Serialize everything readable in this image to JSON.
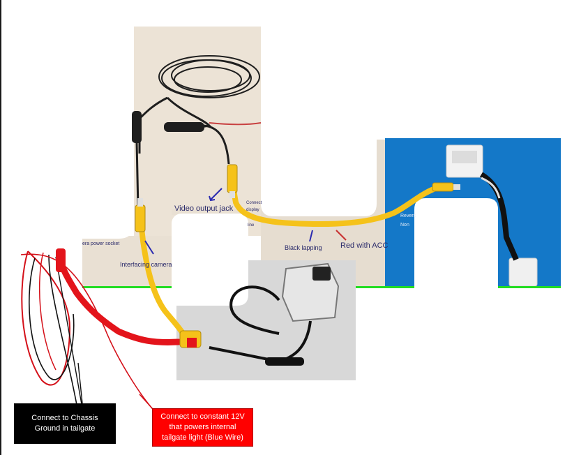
{
  "photo_labels": {
    "video_output_jack": "Video output jack",
    "camera_power_socket": "era power socket",
    "interfacing_camera": "Interfacing camera",
    "connect_display": "Connect",
    "display": "display",
    "line": "line",
    "black_lapping": "Black lapping",
    "red_with_acc": "Red with ACC",
    "reverse": "Revers",
    "non": "Non"
  },
  "callouts": {
    "ground_line1": "Connect to Chassis",
    "ground_line2": "Ground in tailgate",
    "power_line1": "Connect to constant 12V",
    "power_line2": "that powers internal",
    "power_line3": "tailgate light (Blue Wire)"
  },
  "colors": {
    "yellow_wire": "#f5c21a",
    "red_wire": "#e3141b",
    "black_wire": "#111111",
    "ground_box": "#000000",
    "power_box": "#ff0000",
    "green_accent": "#22dd22",
    "blue_panel": "#1478c8",
    "beige_panel": "#ece3d6"
  }
}
